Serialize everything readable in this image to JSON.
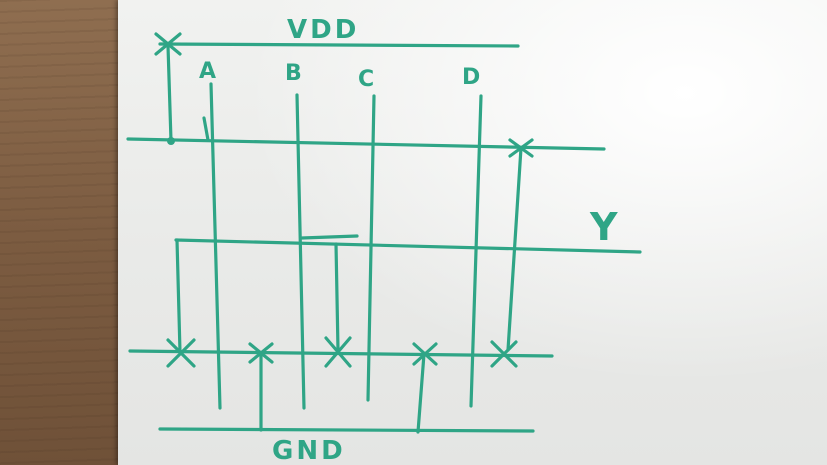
{
  "diagram": {
    "rails": {
      "power": "VDD",
      "ground": "GND"
    },
    "inputs": [
      "A",
      "B",
      "C",
      "D"
    ],
    "output": "Y"
  },
  "colors": {
    "ink": "#2fa586",
    "board": "#ececea",
    "wood": "#8a6a4c"
  }
}
